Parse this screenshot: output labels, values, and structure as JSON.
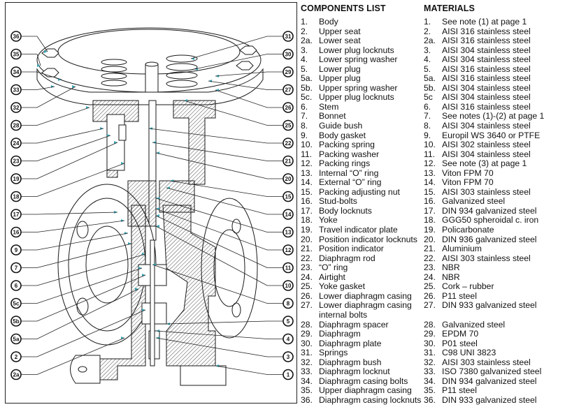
{
  "components": {
    "title": "COMPONENTS LIST",
    "items": [
      {
        "num": "1.",
        "label": "Body"
      },
      {
        "num": "2.",
        "label": "Upper seat"
      },
      {
        "num": "2a.",
        "label": "Lower seat"
      },
      {
        "num": "3.",
        "label": "Lower plug locknuts"
      },
      {
        "num": "4.",
        "label": "Lower spring washer"
      },
      {
        "num": "5.",
        "label": "Lower plug"
      },
      {
        "num": "5a.",
        "label": "Upper plug"
      },
      {
        "num": "5b.",
        "label": "Upper spring washer"
      },
      {
        "num": "5c.",
        "label": "Upper plug locknuts"
      },
      {
        "num": "6.",
        "label": "Stem"
      },
      {
        "num": "7.",
        "label": "Bonnet"
      },
      {
        "num": "8.",
        "label": "Guide bush"
      },
      {
        "num": "9.",
        "label": "Body gasket"
      },
      {
        "num": "10.",
        "label": "Packing spring"
      },
      {
        "num": "11.",
        "label": "Packing washer"
      },
      {
        "num": "12.",
        "label": "Packing rings"
      },
      {
        "num": "13.",
        "label": "Internal “O” ring"
      },
      {
        "num": "14.",
        "label": "External “O” ring"
      },
      {
        "num": "15.",
        "label": "Packing adjusting nut"
      },
      {
        "num": "16.",
        "label": "Stud-bolts"
      },
      {
        "num": "17.",
        "label": "Body locknuts"
      },
      {
        "num": "18.",
        "label": "Yoke"
      },
      {
        "num": "19.",
        "label": "Travel indicator plate"
      },
      {
        "num": "20.",
        "label": "Position indicator locknuts"
      },
      {
        "num": "21.",
        "label": "Position indicator"
      },
      {
        "num": "22.",
        "label": "Diaphragm rod"
      },
      {
        "num": "23.",
        "label": "“O” ring"
      },
      {
        "num": "24.",
        "label": "Airtight"
      },
      {
        "num": "25.",
        "label": "Yoke gasket"
      },
      {
        "num": "26.",
        "label": "Lower diaphragm casing"
      },
      {
        "num": "27.",
        "label": "Lower diaphragm casing"
      },
      {
        "num": "",
        "label": "internal bolts"
      },
      {
        "num": "28.",
        "label": "Diaphragm spacer"
      },
      {
        "num": "29.",
        "label": "Diaphragm"
      },
      {
        "num": "30.",
        "label": "Diaphragm plate"
      },
      {
        "num": "31.",
        "label": "Springs"
      },
      {
        "num": "32.",
        "label": "Diaphragm bush"
      },
      {
        "num": "33.",
        "label": "Diaphragm locknut"
      },
      {
        "num": "34.",
        "label": "Diaphragm casing bolts"
      },
      {
        "num": "35.",
        "label": "Upper diaphragm casing"
      },
      {
        "num": "36.",
        "label": "Diaphragm casing locknuts"
      }
    ]
  },
  "materials": {
    "title": "MATERIALS",
    "items": [
      {
        "num": "1.",
        "label": "See note (1) at page 1"
      },
      {
        "num": "2.",
        "label": "AISI 316 stainless steel"
      },
      {
        "num": "2a.",
        "label": "AISI 316 stainless steel"
      },
      {
        "num": "3.",
        "label": "AISI 304 stainless steel"
      },
      {
        "num": "4.",
        "label": "AISI 304 stainless steel"
      },
      {
        "num": "5.",
        "label": "AISI 316 stainless steel"
      },
      {
        "num": "5a.",
        "label": "AISI 316 stainless steel"
      },
      {
        "num": "5b.",
        "label": "AISI 304 stainless steel"
      },
      {
        "num": "5c",
        "label": "AISI 304 stainless steel"
      },
      {
        "num": "6.",
        "label": "AISI 316 stainless steel"
      },
      {
        "num": "7.",
        "label": "See notes (1)-(2) at page 1"
      },
      {
        "num": "8.",
        "label": "AISI 304 stainless steel"
      },
      {
        "num": "9.",
        "label": "Europil WS 3640 or PTFE"
      },
      {
        "num": "10.",
        "label": "AISI 302 stainless steel"
      },
      {
        "num": "11.",
        "label": "AISI 304 stainless steel"
      },
      {
        "num": "12.",
        "label": "See note (3) at page 1"
      },
      {
        "num": "13.",
        "label": "Viton FPM 70"
      },
      {
        "num": "14.",
        "label": "Viton FPM 70"
      },
      {
        "num": "15.",
        "label": "AISI 303 stainless steel"
      },
      {
        "num": "16.",
        "label": "Galvanized steel"
      },
      {
        "num": "17.",
        "label": "DIN 934 galvanized steel"
      },
      {
        "num": "18.",
        "label": "GGG50 spheroidal c. iron"
      },
      {
        "num": "19.",
        "label": "Policarbonate"
      },
      {
        "num": "20.",
        "label": "DIN 936 galvanized steel"
      },
      {
        "num": "21.",
        "label": "Aluminium"
      },
      {
        "num": "22.",
        "label": "AISI 303 stainless steel"
      },
      {
        "num": "23.",
        "label": "NBR"
      },
      {
        "num": "24.",
        "label": "NBR"
      },
      {
        "num": "25.",
        "label": "Cork – rubber"
      },
      {
        "num": "26.",
        "label": "P11 steel"
      },
      {
        "num": "27.",
        "label": "DIN 933 galvanized steel"
      },
      {
        "num": "",
        "label": ""
      },
      {
        "num": "28.",
        "label": "Galvanized steel"
      },
      {
        "num": "29.",
        "label": "EPDM 70"
      },
      {
        "num": "30.",
        "label": "P01 steel"
      },
      {
        "num": "31.",
        "label": "C98 UNI 3823"
      },
      {
        "num": "32.",
        "label": "AISI 303 stainless steel"
      },
      {
        "num": "33.",
        "label": "ISO 7380 galvanized steel"
      },
      {
        "num": "34.",
        "label": "DIN 934 galvanized steel"
      },
      {
        "num": "35.",
        "label": "P11 steel"
      },
      {
        "num": "36.",
        "label": "DIN 933 galvanized steel"
      }
    ]
  },
  "diagram": {
    "callouts_left": [
      "36",
      "35",
      "34",
      "33",
      "32",
      "28",
      "24",
      "23",
      "19",
      "18",
      "17",
      "16",
      "9",
      "7",
      "6",
      "5c",
      "5b",
      "5a",
      "2",
      "2a"
    ],
    "callouts_right": [
      "31",
      "30",
      "29",
      "27",
      "26",
      "25",
      "22",
      "21",
      "20",
      "15",
      "14",
      "13",
      "12",
      "11",
      "10",
      "8",
      "5",
      "4",
      "3",
      "1"
    ],
    "arrow_color": "#3aa7b8"
  }
}
